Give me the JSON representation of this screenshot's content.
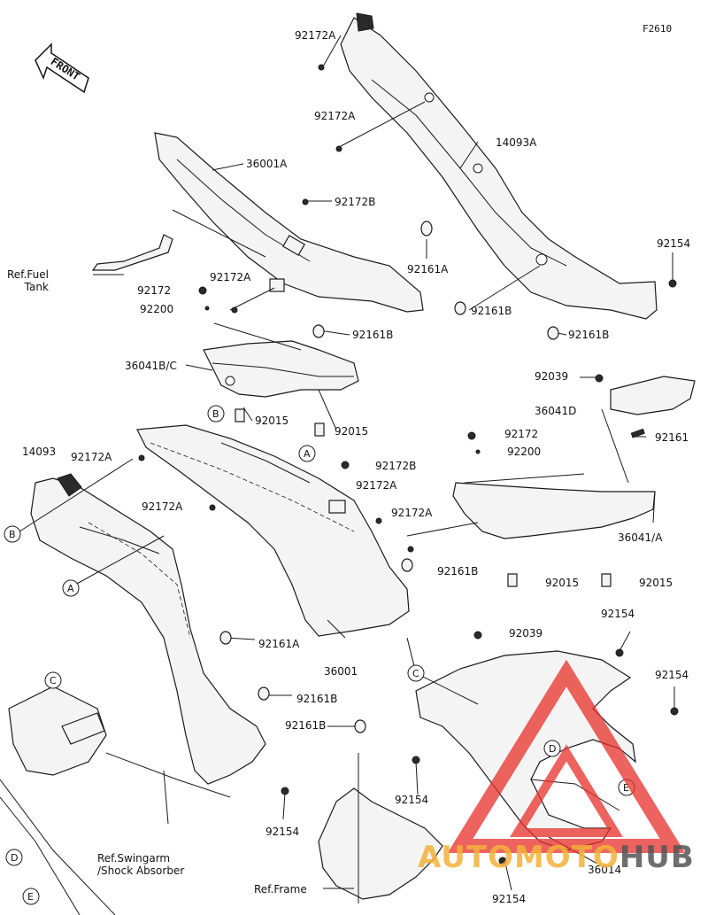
{
  "figure_code": "F2610",
  "front_label": "FRONT",
  "parts": {
    "p92172A_top": "92172A",
    "p92172A_2": "92172A",
    "p14093A": "14093A",
    "p36001A": "36001A",
    "p92172B_top": "92172B",
    "p92161A_top": "92161A",
    "p92154_r": "92154",
    "p92161B_r1": "92161B",
    "p92161B_r2": "92161B",
    "ref_fuel_tank": "Ref.Fuel\nTank",
    "p92172": "92172",
    "p92172A_3": "92172A",
    "p92200": "92200",
    "p92161B_mid": "92161B",
    "p36041BC": "36041B/C",
    "p92015_a": "92015",
    "p92015_b": "92015",
    "p92039_r": "92039",
    "p36041D": "36041D",
    "p92161": "92161",
    "p92172_r": "92172",
    "p92200_r": "92200",
    "p14093": "14093",
    "p92172A_l": "92172A",
    "p92172B_mid": "92172B",
    "p92172A_m1": "92172A",
    "p92172A_l2": "92172A",
    "p92172A_m2": "92172A",
    "p92161B_c": "92161B",
    "p36041A": "36041/A",
    "p92015_c": "92015",
    "p92015_d": "92015",
    "p92161A_low": "92161A",
    "p36001": "36001",
    "p92154_top": "92154",
    "p92039_low": "92039",
    "p92154_r2": "92154",
    "p92161B_low1": "92161B",
    "p92161B_low2": "92161B",
    "p92154_mid": "92154",
    "p92154_low": "92154",
    "p36014": "36014",
    "p92154_bot": "92154",
    "ref_swingarm": "Ref.Swingarm\n/Shock Absorber",
    "ref_frame": "Ref.Frame"
  },
  "callouts": [
    "A",
    "B",
    "C",
    "D",
    "E"
  ],
  "watermark": {
    "text_a": "AUTOMOTO",
    "text_b": "HUB",
    "color_a": "#f5b23a",
    "color_b": "#555555",
    "logo_color": "#e8302a"
  }
}
